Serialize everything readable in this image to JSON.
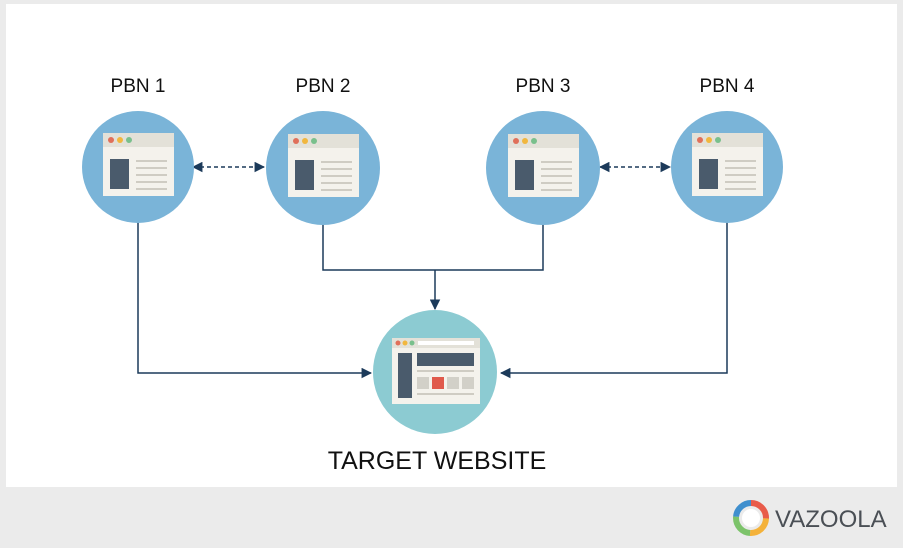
{
  "diagram": {
    "nodes": [
      {
        "id": "pbn-1",
        "label": "PBN 1"
      },
      {
        "id": "pbn-2",
        "label": "PBN 2"
      },
      {
        "id": "pbn-3",
        "label": "PBN 3"
      },
      {
        "id": "pbn-4",
        "label": "PBN 4"
      }
    ],
    "target": {
      "label": "TARGET WEBSITE"
    },
    "edges": [
      {
        "from": "pbn-1",
        "to": "pbn-2",
        "style": "dashed",
        "direction": "both"
      },
      {
        "from": "pbn-3",
        "to": "pbn-4",
        "style": "dashed",
        "direction": "both"
      },
      {
        "from": "pbn-1",
        "to": "target",
        "style": "solid"
      },
      {
        "from": "pbn-2",
        "to": "target",
        "style": "solid"
      },
      {
        "from": "pbn-3",
        "to": "target",
        "style": "solid"
      },
      {
        "from": "pbn-4",
        "to": "target",
        "style": "solid"
      }
    ]
  },
  "brand": {
    "name": "VAZOOLA"
  },
  "colors": {
    "pbn_circle": "#7ab4d8",
    "target_circle": "#8ccbd2",
    "connector": "#1c3a5a",
    "browser_window": "#f4f2ec",
    "browser_titlebar": "#e3e1d8",
    "browser_sidebar": "#4a5b6c",
    "dot_red": "#e0705a",
    "dot_yellow": "#f1b73e",
    "dot_green": "#79c08c",
    "accent_block": "#e05a4c",
    "brand_text": "#4a4f55"
  }
}
